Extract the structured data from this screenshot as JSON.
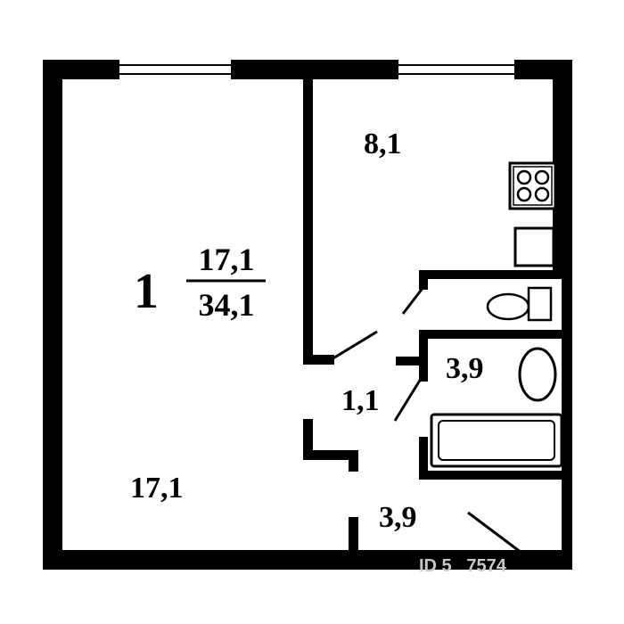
{
  "floor_plan": {
    "room_count": "1",
    "living_area": "17,1",
    "total_area": "34,1",
    "rooms": {
      "living_room": "17,1",
      "kitchen": "8,1",
      "corridor": "1,1",
      "bathroom": "3,9",
      "hallway": "3,9"
    },
    "watermark": "ID 5   7574"
  }
}
